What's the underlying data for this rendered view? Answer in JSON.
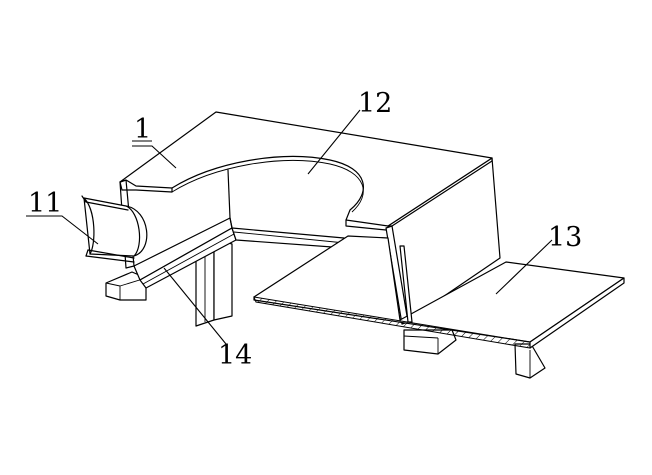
{
  "labels": {
    "l1": "1",
    "l11": "11",
    "l12": "12",
    "l13": "13",
    "l14": "14"
  }
}
